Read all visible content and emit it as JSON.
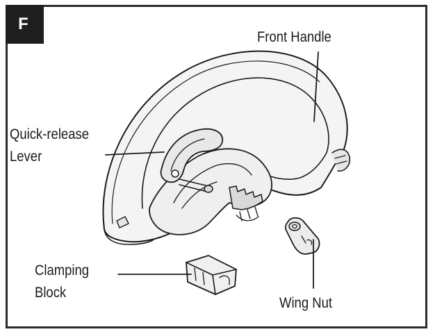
{
  "figure": {
    "badge": "F",
    "labels": {
      "front_handle": "Front Handle",
      "quick_release_line1": "Quick-release",
      "quick_release_line2": "Lever",
      "clamping_line1": "Clamping",
      "clamping_line2": "Block",
      "wing_nut": "Wing Nut"
    },
    "colors": {
      "border": "#2b2b2b",
      "badge_bg": "#1e1e1e",
      "badge_text": "#ffffff",
      "line": "#1a1a1a",
      "part_fill": "#f2f2f2",
      "part_shade": "#d9d9d9"
    }
  }
}
